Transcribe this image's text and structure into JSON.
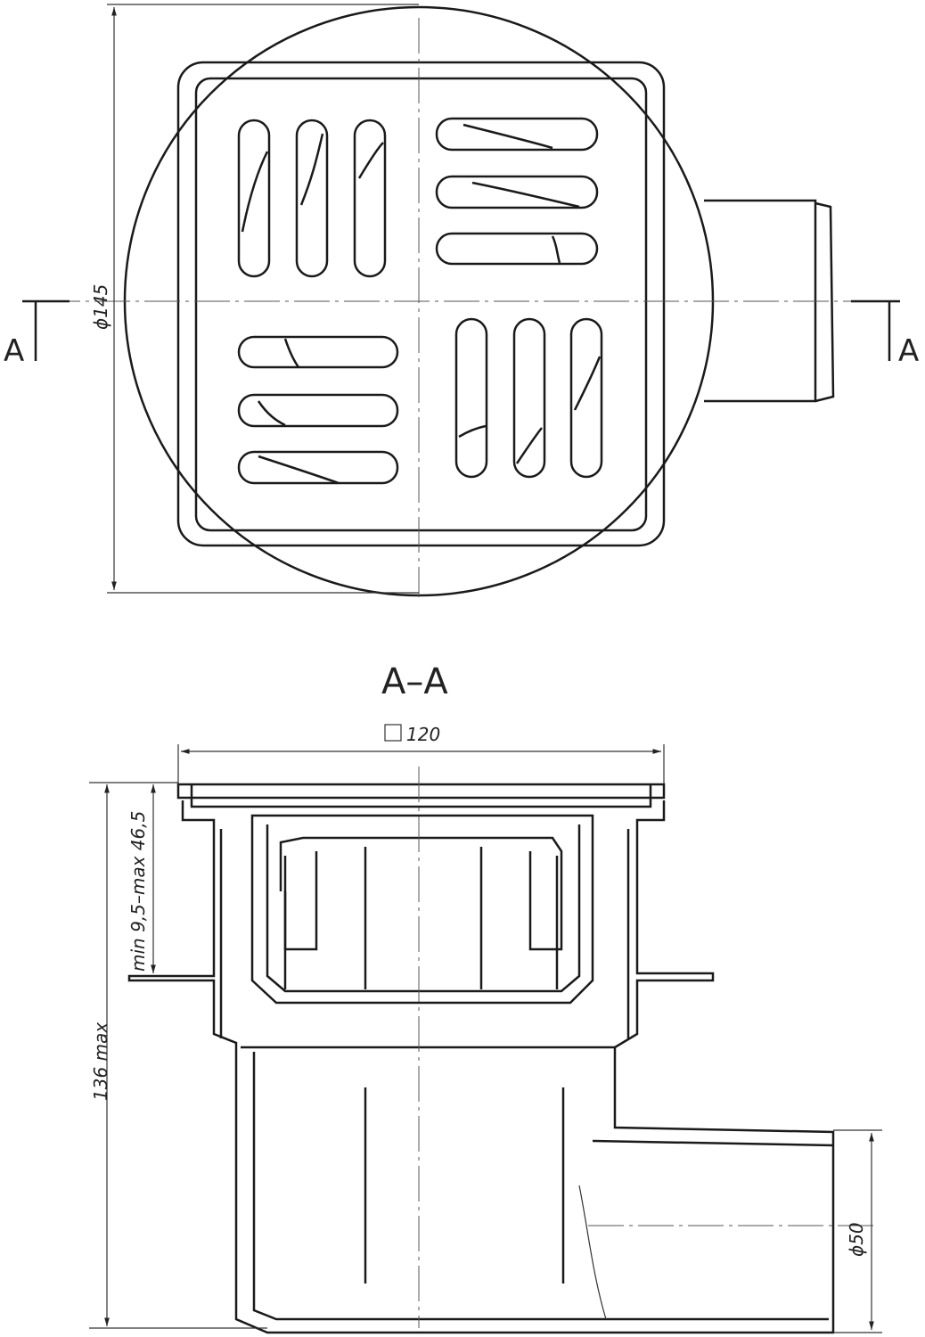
{
  "section_markers": {
    "left": "A",
    "right": "A"
  },
  "dimensions": {
    "diameter_body": "ϕ145",
    "square_grate": "120",
    "installation_height": "min 9,5–max 46,5",
    "total_height": "136 max",
    "outlet_diameter": "ϕ50"
  },
  "section_title": "A–A",
  "line_color": "#1a1a1a"
}
